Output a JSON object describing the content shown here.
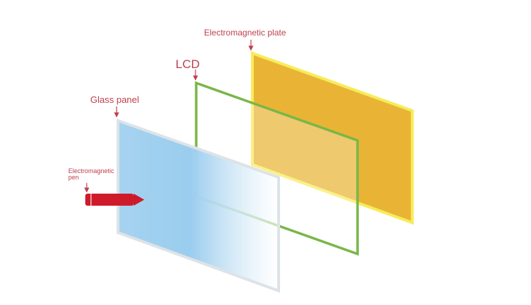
{
  "labels": {
    "plate": "Electromagnetic plate",
    "lcd": "LCD",
    "glass": "Glass panel",
    "pen_line1": "Electromagnetic",
    "pen_line2": "pen"
  },
  "colors": {
    "label": "#c0404e",
    "plate_fill": "#e9b435",
    "plate_border": "#f7ec5a",
    "lcd_border": "#7ab648",
    "glass_fill": "#9fcfee",
    "glass_border": "#dde3e8",
    "pen": "#cf1a2b"
  }
}
